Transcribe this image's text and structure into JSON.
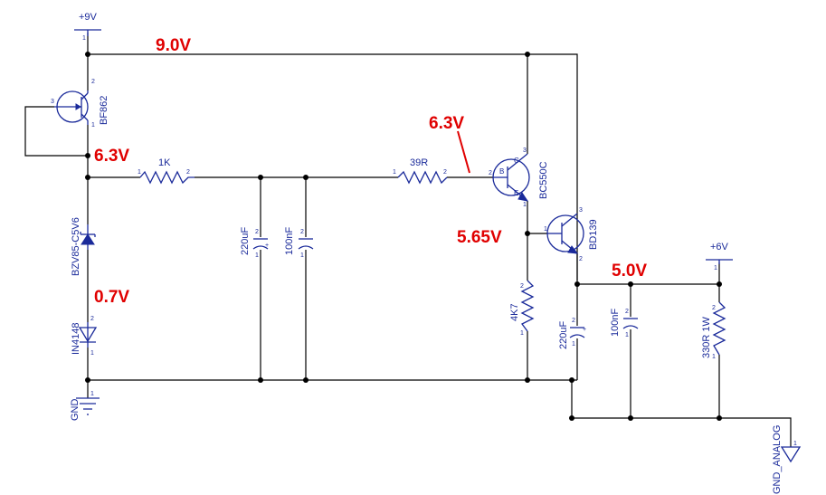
{
  "power": {
    "vin": "+9V",
    "v6": "+6V",
    "gnd": "GND",
    "gnd_analog": "GND_ANALOG"
  },
  "components": {
    "q1": "BF862",
    "r1": "1K",
    "r2": "39R",
    "q2": "BC550C",
    "q3": "BD139",
    "d1": "BZV85-C5V6",
    "d2": "IN4148",
    "c1": "220uF",
    "c2": "100nF",
    "r3": "4K7",
    "c3": "220uF",
    "c4": "100nF",
    "r4": "330R 1W"
  },
  "voltages": {
    "rail": "9.0V",
    "jfet_source": "6.3V",
    "base": "6.3V",
    "emitter": "5.65V",
    "output": "5.0V",
    "diode": "0.7V"
  },
  "pins": {
    "one": "1",
    "two": "2",
    "three": "3",
    "plus": "+",
    "b": "B",
    "c": "C",
    "e": "E"
  },
  "colors": {
    "wire": "#000000",
    "component": "#1a2a9a",
    "annotation": "#e00000"
  }
}
